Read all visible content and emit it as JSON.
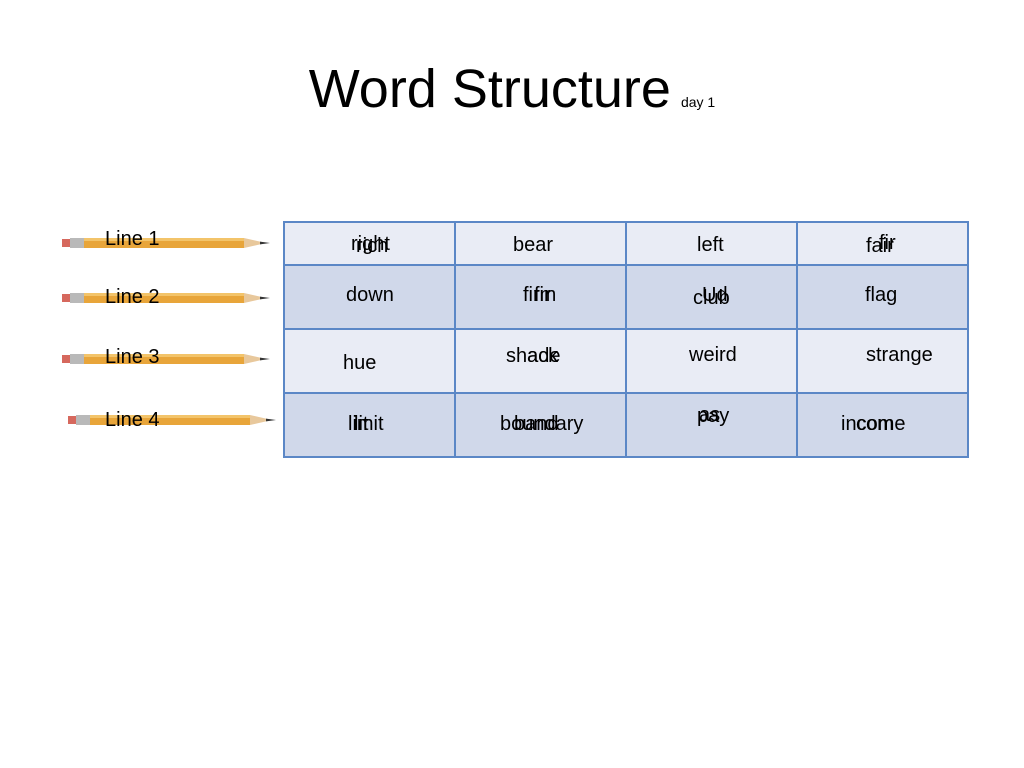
{
  "title": {
    "main": "Word Structure",
    "sub": "day 1"
  },
  "lines": [
    {
      "label": "Line 1"
    },
    {
      "label": "Line 2"
    },
    {
      "label": "Line 3"
    },
    {
      "label": "Line 4"
    }
  ],
  "grid": [
    [
      {
        "words": [
          "right",
          "rich"
        ]
      },
      {
        "words": [
          "bear"
        ]
      },
      {
        "words": [
          "left"
        ]
      },
      {
        "words": [
          "fair",
          "fir"
        ]
      }
    ],
    [
      {
        "words": [
          "down"
        ]
      },
      {
        "words": [
          "firm",
          "fir"
        ]
      },
      {
        "words": [
          "club",
          "Ud"
        ]
      },
      {
        "words": [
          "flag"
        ]
      }
    ],
    [
      {
        "words": [
          "hue"
        ]
      },
      {
        "words": [
          "shade",
          "ack"
        ]
      },
      {
        "words": [
          "weird"
        ]
      },
      {
        "words": [
          "strange"
        ]
      }
    ],
    [
      {
        "words": [
          "limit",
          "lit"
        ]
      },
      {
        "words": [
          "boundary",
          "band"
        ]
      },
      {
        "words": [
          "pay",
          "as"
        ]
      },
      {
        "words": [
          "income",
          "com"
        ]
      }
    ]
  ],
  "colors": {
    "table_border": "#5b87c6",
    "row_light": "#e9ecf5",
    "row_dark": "#d0d8ea",
    "pencil_body": "#e8a53a"
  },
  "icons": [
    "pencil-icon"
  ]
}
